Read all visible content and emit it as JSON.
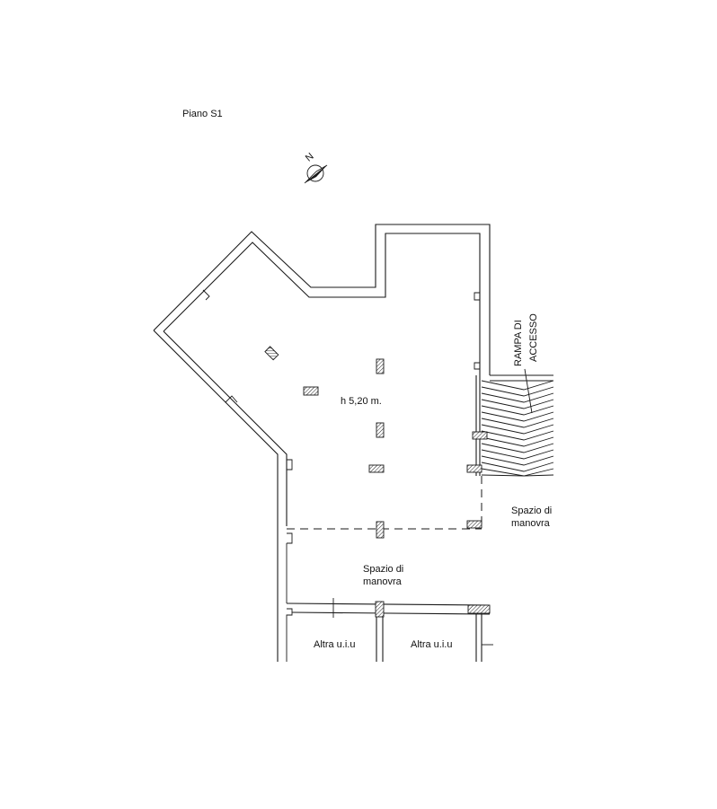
{
  "labels": {
    "floor": "Piano S1",
    "north": "N",
    "height": "h 5,20 m.",
    "ramp_line1": "RAMPA DI",
    "ramp_line2": "ACCESSO",
    "spazio_right_1": "Spazio di",
    "spazio_right_2": "manovra",
    "spazio_center_1": "Spazio di",
    "spazio_center_2": "manovra",
    "altra_left": "Altra u.i.u",
    "altra_right": "Altra u.i.u"
  },
  "colors": {
    "line": "#1a1a1a",
    "background": "#ffffff",
    "text": "#111111"
  }
}
